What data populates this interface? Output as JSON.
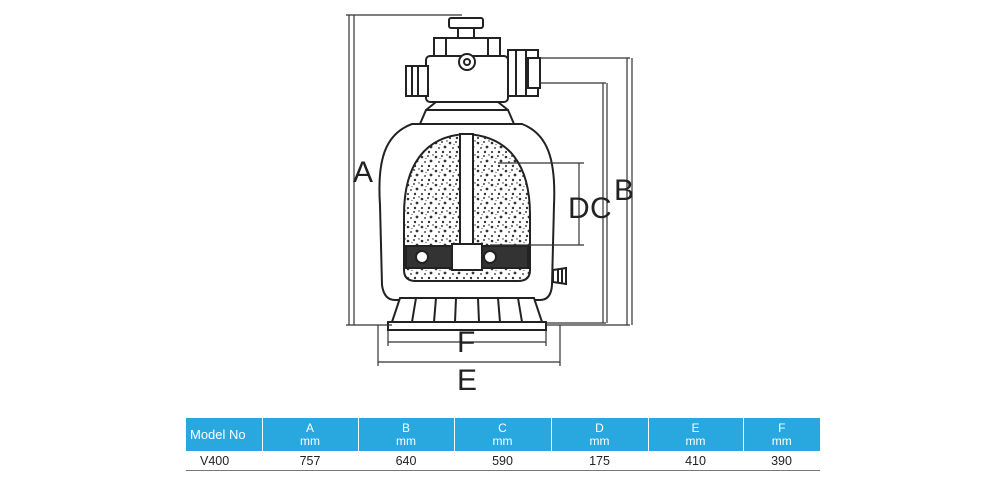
{
  "diagram": {
    "labels": {
      "a": "A",
      "b": "B",
      "c": "C",
      "d": "D",
      "e": "E",
      "f": "F"
    }
  },
  "table": {
    "headers": [
      {
        "name": "Model No",
        "unit": ""
      },
      {
        "name": "A",
        "unit": "mm"
      },
      {
        "name": "B",
        "unit": "mm"
      },
      {
        "name": "C",
        "unit": "mm"
      },
      {
        "name": "D",
        "unit": "mm"
      },
      {
        "name": "E",
        "unit": "mm"
      },
      {
        "name": "F",
        "unit": "mm"
      }
    ],
    "rows": [
      [
        "V400",
        "757",
        "640",
        "590",
        "175",
        "410",
        "390"
      ]
    ]
  },
  "colors": {
    "header_bg": "#29a8df",
    "header_text": "#ffffff",
    "line": "#222222"
  }
}
